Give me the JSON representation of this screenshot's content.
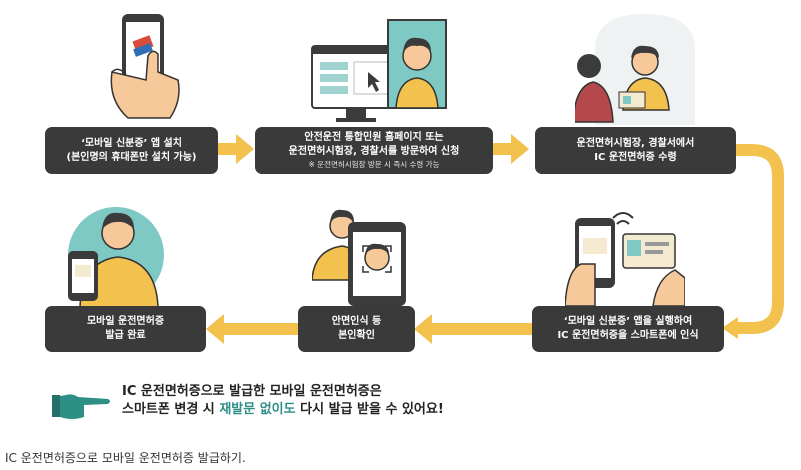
{
  "steps": [
    {
      "line1": "‘모바일 신분증’ 앱 설치",
      "line2": "(본인명의 휴대폰만 설치 가능)"
    },
    {
      "line1": "안전운전 통합민원 홈페이지 또는",
      "line2": "운전면허시험장, 경찰서를 방문하여 신청",
      "note": "※ 운전면허시험장 방문 시 즉시 수령 가능"
    },
    {
      "line1": "운전면허시험장, 경찰서에서",
      "line2": "IC 운전면허증 수령"
    },
    {
      "line1": "‘모바일 신분증’ 앱을 실행하여",
      "line2": "IC 운전면허증을 스마트폰에 인식"
    },
    {
      "line1": "안면인식 등",
      "line2": "본인확인"
    },
    {
      "line1": "모바일 운전면허증",
      "line2": "발급 완료"
    }
  ],
  "notice": {
    "line1": "IC 운전면허증으로 발급한 모바일 운전면허증은",
    "line2_a": "스마트폰 변경 시 ",
    "line2_hl": "재발문 없이도",
    "line2_b": " 다시 발급 받을 수 있어요!"
  },
  "caption": "IC 운전면허증으로 모바일 운전면허증 발급하기.",
  "colors": {
    "box": "#3a3a3a",
    "arrow": "#f2c14e",
    "accent": "#2e8f87",
    "skin": "#f6c89a",
    "shirt": "#f2c14e",
    "bg_circle": "#eef2f2"
  },
  "icons": [
    "hand-phone-icon",
    "computer-monitor-icon",
    "officer-desk-icon",
    "phone-scan-card-icon",
    "face-recognition-icon",
    "person-with-phone-icon",
    "pointing-hand-icon"
  ]
}
